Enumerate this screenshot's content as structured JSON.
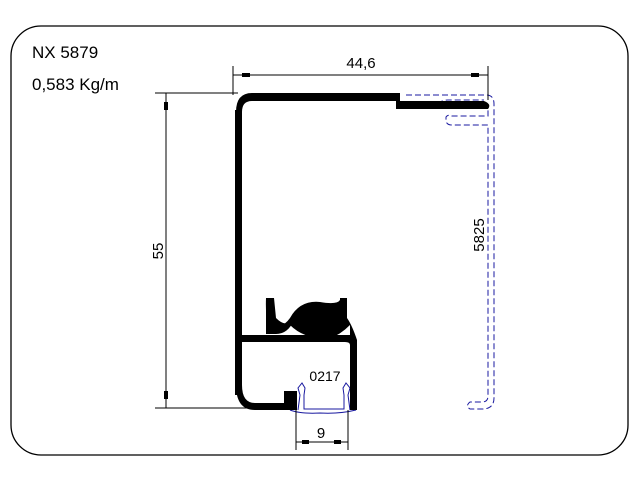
{
  "header": {
    "code": "NX 5879",
    "weight": "0,583 Kg/m"
  },
  "dimensions": {
    "width": "44,6",
    "height": "55",
    "gasket_width": "9"
  },
  "parts": {
    "gasket_code": "0217",
    "cover_code": "5825"
  },
  "colors": {
    "profile": "#000000",
    "accessory": "#1a1aa0",
    "frame": "#000000"
  }
}
